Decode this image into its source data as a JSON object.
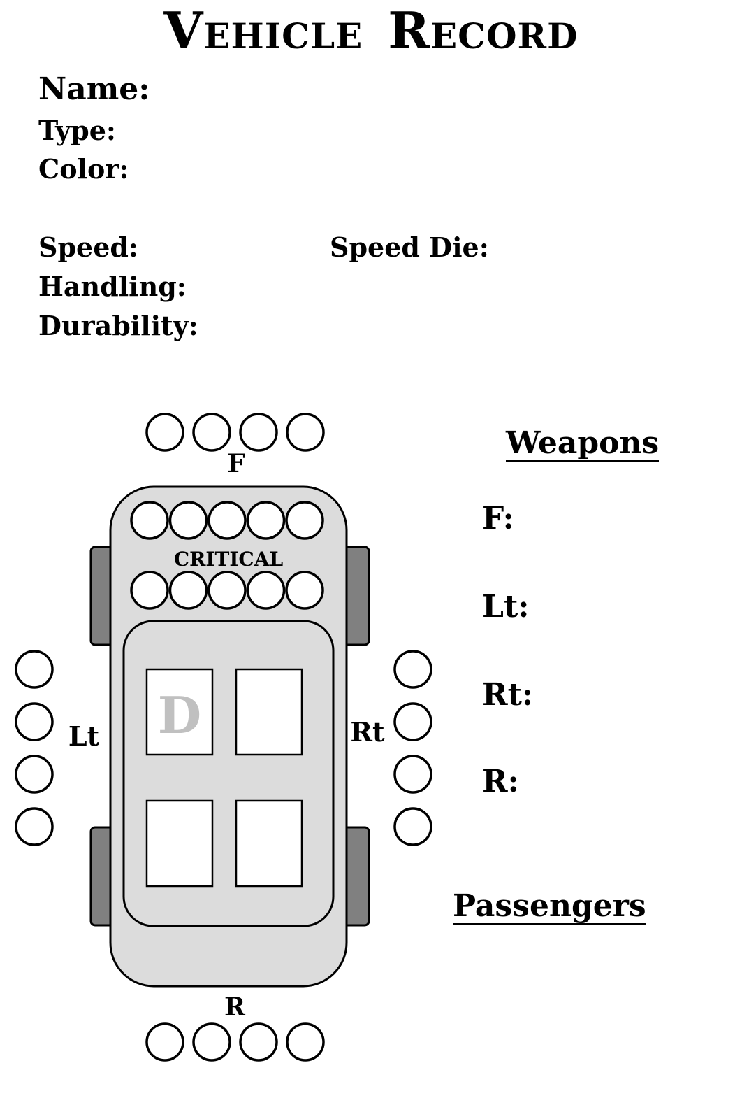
{
  "title": {
    "word1": "Vehicle",
    "word2": "Record"
  },
  "fields": {
    "name": "Name:",
    "type": "Type:",
    "color": "Color:",
    "speed": "Speed:",
    "speed_die": "Speed Die:",
    "handling": "Handling:",
    "durability": "Durability:"
  },
  "diagram": {
    "front": "F",
    "rear": "R",
    "left": "Lt",
    "right": "Rt",
    "critical": "CRITICAL",
    "driver_seat": "D",
    "front_boxes": 4,
    "rear_boxes": 4,
    "left_boxes": 4,
    "right_boxes": 4,
    "critical_boxes": 10
  },
  "weapons": {
    "heading": "Weapons",
    "front": "F:",
    "left": "Lt:",
    "right": "Rt:",
    "rear": "R:"
  },
  "passengers": {
    "heading": "Passengers"
  }
}
